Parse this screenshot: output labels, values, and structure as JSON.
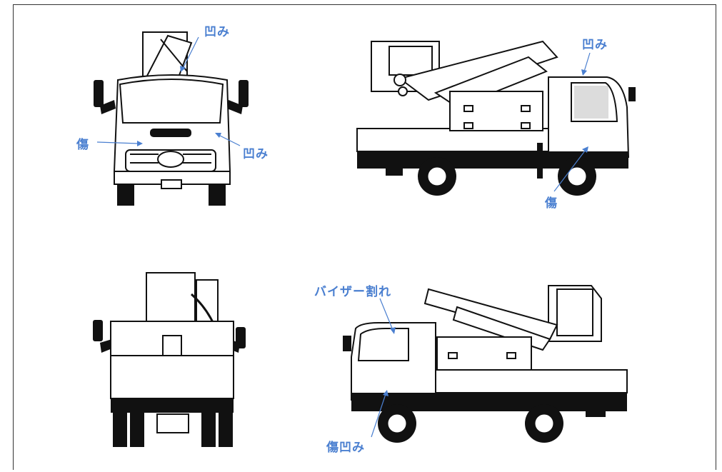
{
  "labels": {
    "front_top": "凹み",
    "front_left": "傷",
    "front_right": "凹み",
    "side1_top": "凹み",
    "side1_bottom": "傷",
    "side2_visor": "バイザー割れ",
    "side2_bottom": "傷凹み"
  },
  "colors": {
    "label": "#4a7fd0",
    "line": "#111111"
  }
}
